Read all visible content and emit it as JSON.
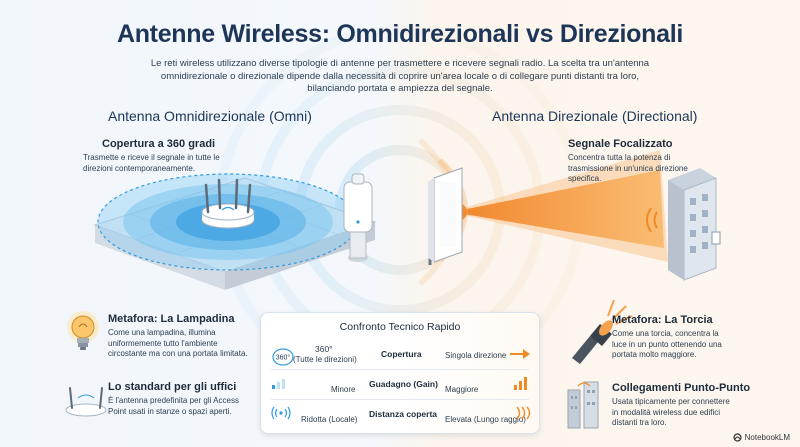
{
  "title": "Antenne Wireless: Omnidirezionali vs Direzionali",
  "intro": "Le reti wireless utilizzano diverse tipologie di antenne per trasmettere e ricevere segnali radio. La scelta tra un'antenna omnidirezionale o direzionale dipende dalla necessità di coprire un'area locale o di collegare punti distanti tra loro, bilanciando portata e ampiezza del segnale.",
  "omni": {
    "heading": "Antenna Omnidirezionale (Omni)",
    "coverage_title": "Copertura a 360 gradi",
    "coverage_desc": "Trasmette e riceve il segnale in tutte le direzioni contemporaneamente.",
    "metaphor_title": "Metafora: La Lampadina",
    "metaphor_desc": "Come una lampadina, illumina uniformemente tutto l'ambiente circostante ma con una portata limitata.",
    "standard_title": "Lo standard per gli uffici",
    "standard_desc": "È l'antenna predefinita per gli Access Point usati in stanze o spazi aperti."
  },
  "directional": {
    "heading": "Antenna Direzionale (Directional)",
    "signal_title": "Segnale Focalizzato",
    "signal_desc": "Concentra tutta la potenza di trasmissione in un'unica direzione specifica.",
    "metaphor_title": "Metafora: La Torcia",
    "metaphor_desc": "Come una torcia, concentra la luce in un punto ottenendo una portata molto maggiore.",
    "link_title": "Collegamenti Punto-Punto",
    "link_desc": "Usata tipicamente per connettere in modalità wireless due edifici distanti tra loro."
  },
  "comparison": {
    "title": "Confronto Tecnico Rapido",
    "rows": [
      {
        "omni_main": "360°",
        "omni_sub": "(Tutte le direzioni)",
        "label": "Copertura",
        "dir": "Singola direzione"
      },
      {
        "omni_main": "",
        "omni_sub": "Minore",
        "label": "Guadagno (Gain)",
        "dir": "Maggiore"
      },
      {
        "omni_main": "",
        "omni_sub": "Ridotta (Locale)",
        "label": "Distanza coperta",
        "dir": "Elevata (Lungo raggio)"
      }
    ],
    "icon_label": "360°"
  },
  "brand": "NotebookLM",
  "colors": {
    "omni_blue": "#2f9be0",
    "dir_orange": "#f08a24",
    "title_navy": "#1d3557"
  }
}
